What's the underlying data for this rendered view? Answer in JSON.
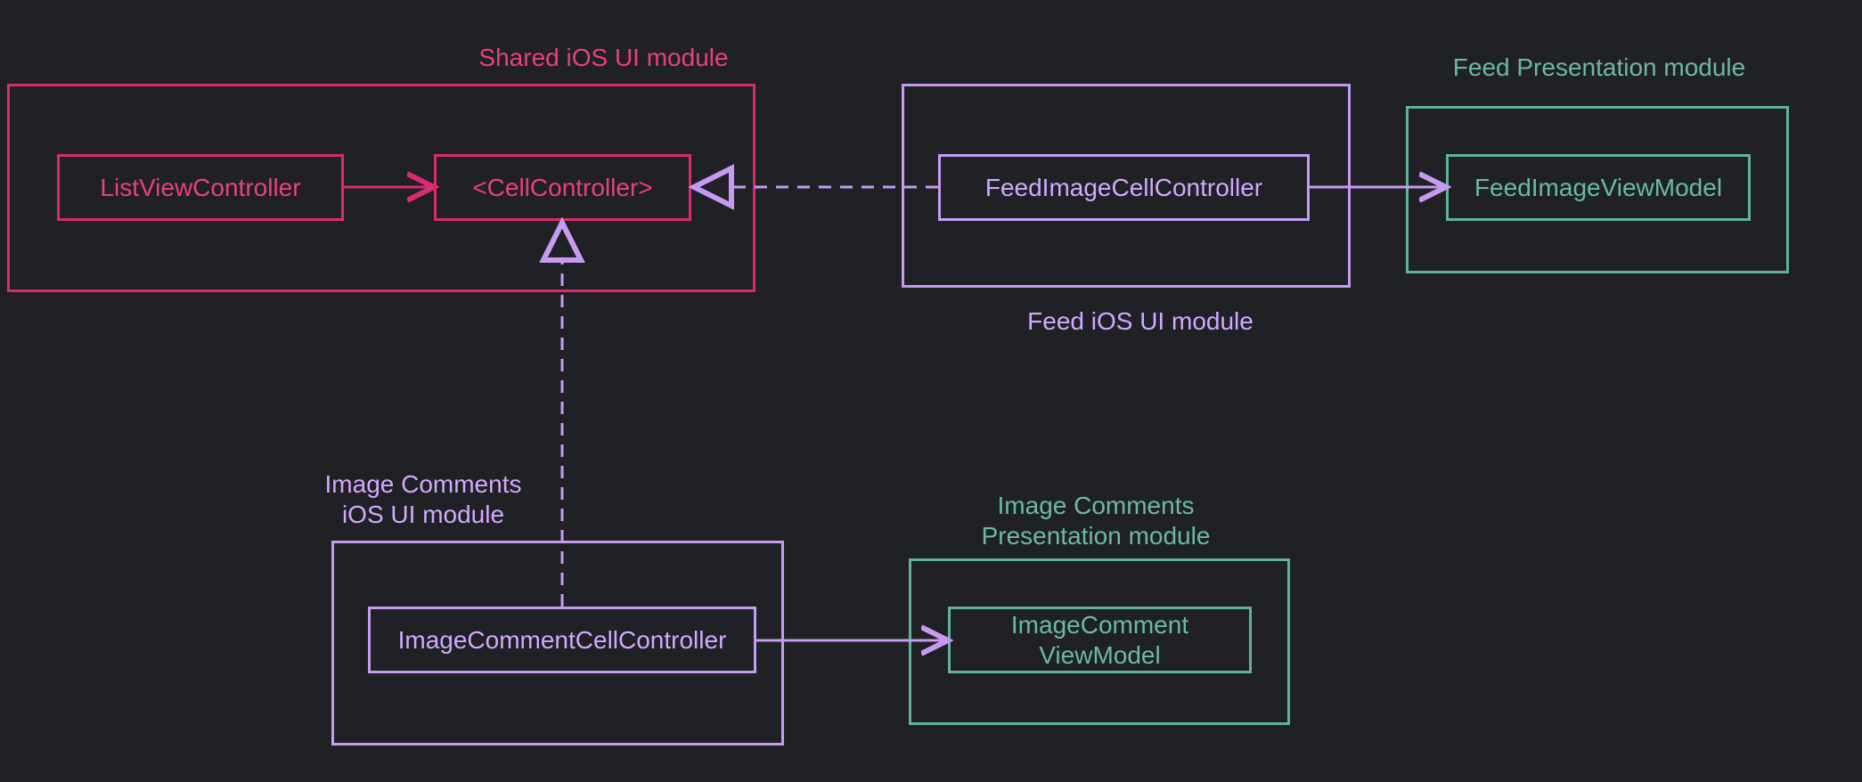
{
  "diagram": {
    "colors": {
      "background": "#202125",
      "shared_module": "#d92b6f",
      "ios_module": "#c79af2",
      "presentation_module": "#5fb298"
    },
    "modules": {
      "shared_ios_ui": {
        "label": "Shared iOS UI module"
      },
      "feed_ios_ui": {
        "label": "Feed iOS UI module"
      },
      "feed_presentation": {
        "label": "Feed Presentation module"
      },
      "image_comments_ios_ui": {
        "label": "Image Comments\niOS UI module"
      },
      "image_comments_presentation": {
        "label": "Image Comments\nPresentation module"
      }
    },
    "nodes": {
      "list_view_controller": "ListViewController",
      "cell_controller": "<CellController>",
      "feed_image_cell_controller": "FeedImageCellController",
      "feed_image_view_model": "FeedImageViewModel",
      "image_comment_cell_controller": "ImageCommentCellController",
      "image_comment_view_model": "ImageComment\nViewModel"
    }
  }
}
